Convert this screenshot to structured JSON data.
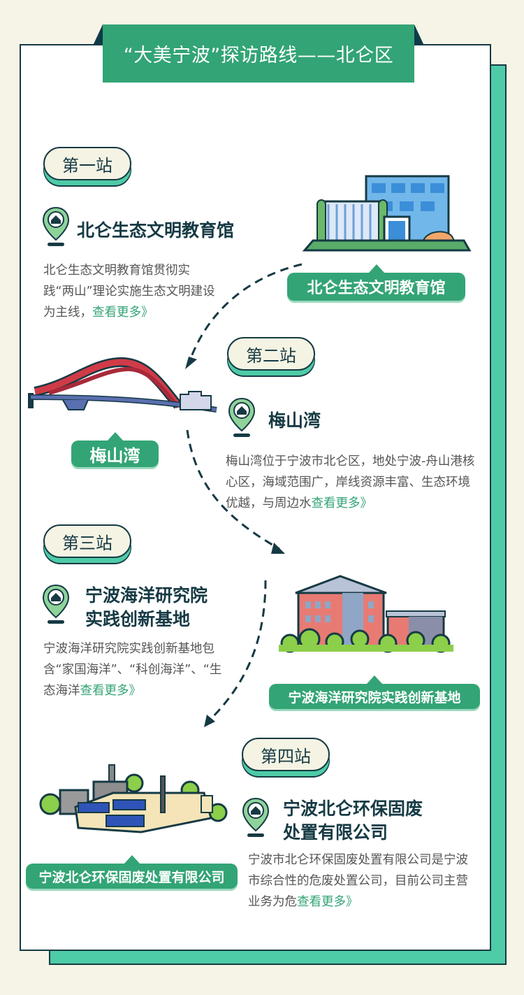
{
  "header": {
    "title": "“大美宁波”探访路线——北仑区"
  },
  "colors": {
    "brand_green": "#33a475",
    "accent_teal": "#4ecba7",
    "dark": "#163a44",
    "background": "#f6f4e6"
  },
  "stations": [
    {
      "badge": "第一站",
      "name": "北仑生态文明教育馆",
      "desc": "北仑生态文明教育馆贯彻实践“两山”理论实施生态文明建设为主线，",
      "more": "查看更多》",
      "image_label": "北仑生态文明教育馆",
      "icon": "location-pin-house-icon"
    },
    {
      "badge": "第二站",
      "name": "梅山湾",
      "desc": "梅山湾位于宁波市北仑区，地处宁波-舟山港核心区，海域范围广，岸线资源丰富、生态环境优越，与周边水",
      "more": "查看更多》",
      "image_label": "梅山湾",
      "icon": "location-pin-house-icon"
    },
    {
      "badge": "第三站",
      "name_line1": "宁波海洋研究院",
      "name_line2": "实践创新基地",
      "desc": "宁波海洋研究院实践创新基地包含“家国海洋”、“科创海洋”、“生态海洋",
      "more": "查看更多》",
      "image_label": "宁波海洋研究院实践创新基地",
      "icon": "location-pin-house-icon"
    },
    {
      "badge": "第四站",
      "name_line1": "宁波北仑环保固废",
      "name_line2": "处置有限公司",
      "desc": "宁波市北仑环保固废处置有限公司是宁波市综合性的危废处置公司，目前公司主营业务为危",
      "more": "查看更多》",
      "image_label": "宁波北仑环保固废处置有限公司",
      "icon": "location-pin-house-icon"
    }
  ]
}
